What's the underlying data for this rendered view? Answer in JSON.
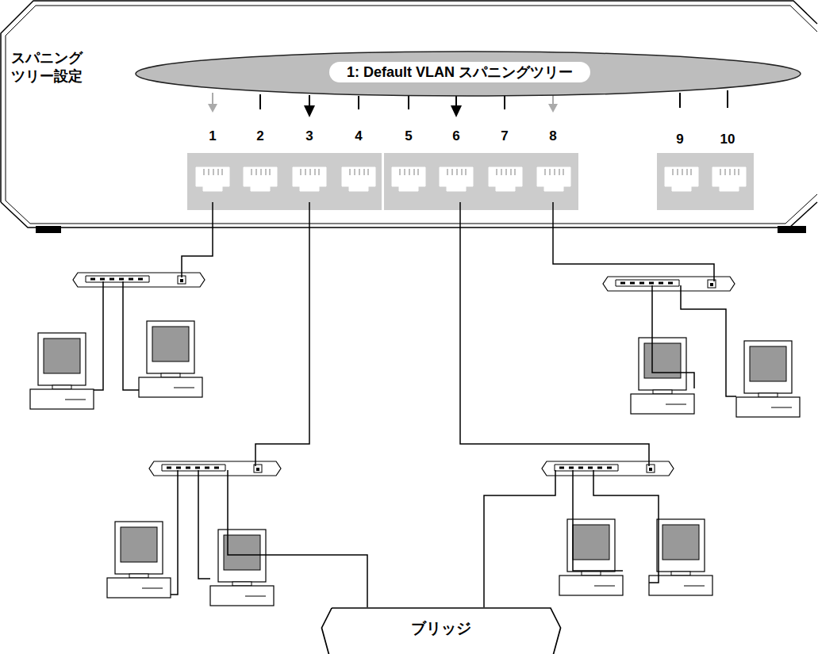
{
  "diagram": {
    "nodes": [
      {
        "text": [
          "スパニング ツリー設定"
        ]
      },
      {
        "text": [
          "1: Default VLAN スパニングツリー"
        ],
        "in": 0
      },
      {
        "text": [
          "ブリッジ"
        ]
      }
    ],
    "labels": [
      "1",
      "2",
      "3",
      "4",
      "5",
      "6",
      "7",
      "8",
      "9",
      "10"
    ]
  }
}
